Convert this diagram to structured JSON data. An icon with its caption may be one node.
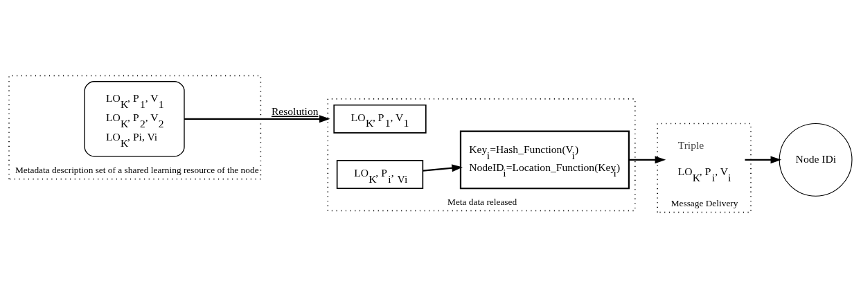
{
  "diagram": {
    "nodes": [
      {
        "text": [
          "Metadata description set of a shared learning resource of the node"
        ]
      },
      {
        "text": [
          "LO$_{K}$, P$_{1}$, V$_{1}$",
          "LO$_{K}$, P$_{2}$, V$_{2}$",
          "LO$_{K}$, Pi, Vi"
        ],
        "in": 0
      },
      {
        "text": [
          "Meta data released"
        ]
      },
      {
        "text": [
          "LO$_{K}$, P$_{1}$, V$_{1}$"
        ],
        "in": 2
      },
      {
        "text": [
          "LO$_{K}$, P$_{i}$, $_{Vi}$"
        ],
        "in": 2
      },
      {
        "text": [
          "Key$_{i}$=Hash_Function(V$_{i}$)",
          "NodeID$_{i}$=Location_Function(Key$_{i}$)"
        ],
        "in": 2
      },
      {
        "text": [
          "Message Delivery"
        ]
      },
      {
        "text": [
          "Triple",
          "LO$_{K}$, P$_{i}$, V$_{i}$"
        ],
        "in": 6
      },
      {
        "text": [
          "Node IDi"
        ]
      }
    ],
    "edges": [
      {
        "from": 1,
        "to": 2,
        "arrow": "to",
        "label": "Resolution"
      },
      {
        "from": 4,
        "to": 5,
        "arrow": "to"
      },
      {
        "from": 5,
        "to": 7,
        "arrow": "to"
      },
      {
        "from": 7,
        "to": 8,
        "arrow": "to"
      }
    ]
  }
}
